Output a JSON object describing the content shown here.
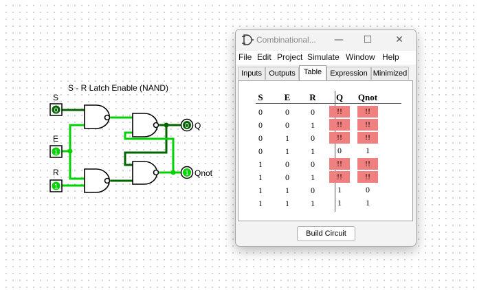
{
  "circuit": {
    "title": "S - R Latch Enable (NAND)",
    "inputs": [
      {
        "name": "S",
        "value": "0"
      },
      {
        "name": "E",
        "value": "1"
      },
      {
        "name": "R",
        "value": "1"
      }
    ],
    "outputs": [
      {
        "name": "Q",
        "value": "0"
      },
      {
        "name": "Qnot",
        "value": "1"
      }
    ],
    "colors": {
      "wire_on": "#00d200",
      "wire_off": "#006400"
    }
  },
  "window": {
    "title": "Combinational...",
    "controls": {
      "minimize": "—",
      "maximize": "☐",
      "close": "✕"
    },
    "menu": [
      "File",
      "Edit",
      "Project",
      "Simulate",
      "Window",
      "Help"
    ],
    "tabs": [
      "Inputs",
      "Outputs",
      "Table",
      "Expression",
      "Minimized"
    ],
    "active_tab": "Table",
    "table": {
      "headers": [
        "S",
        "E",
        "R",
        "Q",
        "Qnot"
      ],
      "rows": [
        [
          "0",
          "0",
          "0",
          "!!",
          "!!"
        ],
        [
          "0",
          "0",
          "1",
          "!!",
          "!!"
        ],
        [
          "0",
          "1",
          "0",
          "!!",
          "!!"
        ],
        [
          "0",
          "1",
          "1",
          "0",
          "1"
        ],
        [
          "1",
          "0",
          "0",
          "!!",
          "!!"
        ],
        [
          "1",
          "0",
          "1",
          "!!",
          "!!"
        ],
        [
          "1",
          "1",
          "0",
          "1",
          "0"
        ],
        [
          "1",
          "1",
          "1",
          "1",
          "1"
        ]
      ],
      "error_color": "#f08080"
    },
    "build_button": "Build Circuit"
  }
}
